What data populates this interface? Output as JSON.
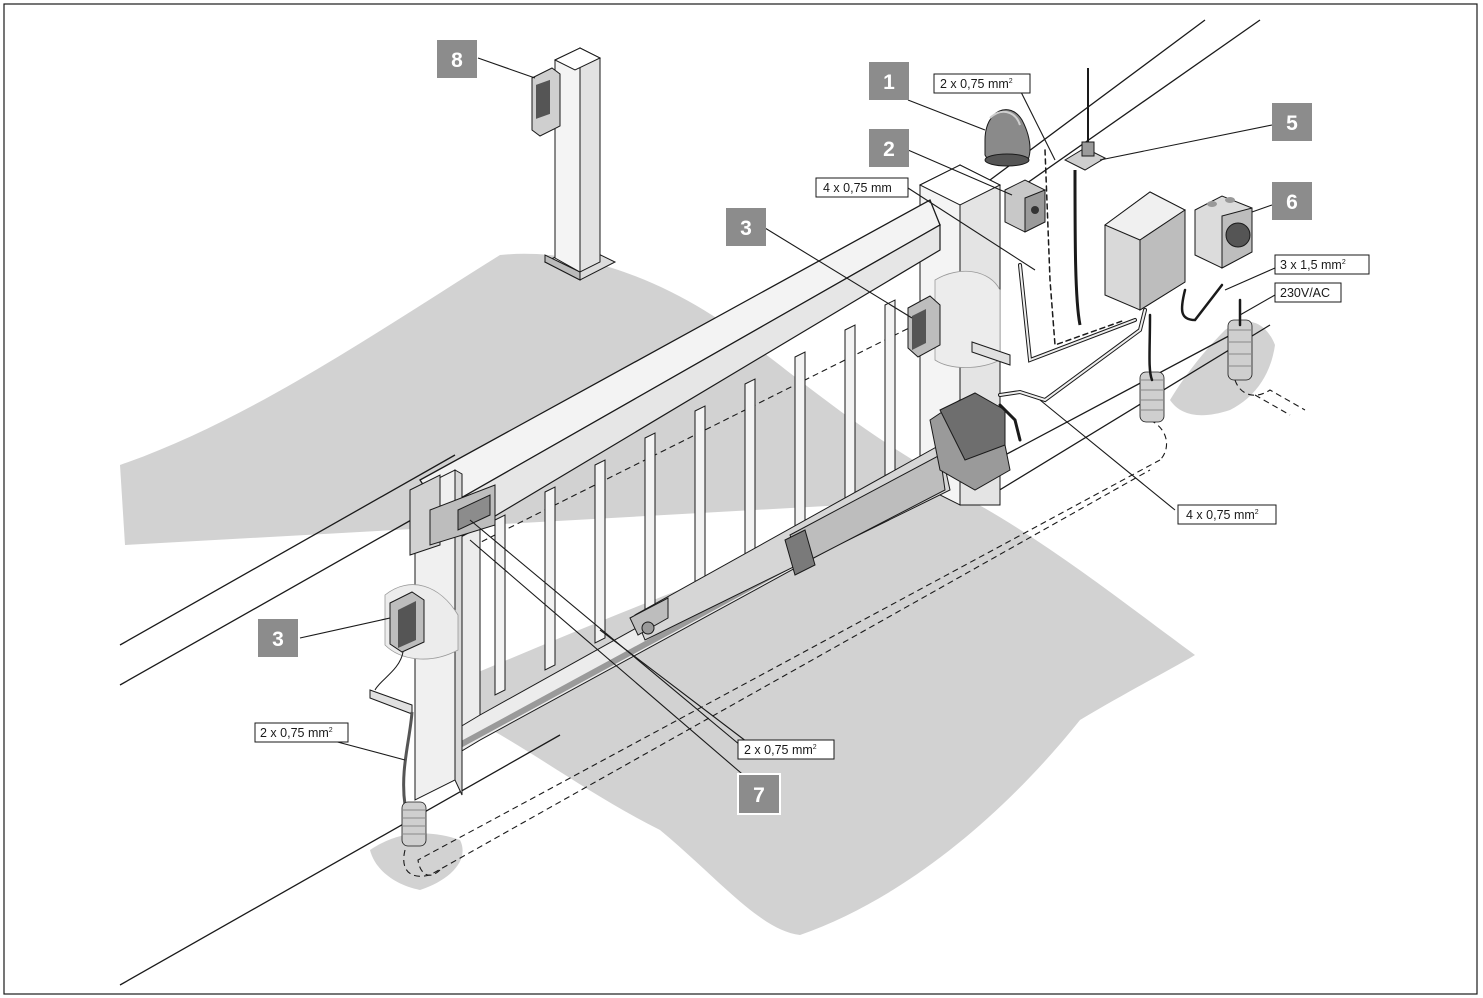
{
  "diagram": {
    "callouts": [
      {
        "id": "badge-1",
        "label": "1",
        "component": "warning-lamp"
      },
      {
        "id": "badge-2",
        "label": "2",
        "component": "key-switch"
      },
      {
        "id": "badge-3a",
        "label": "3",
        "component": "photocell-upper"
      },
      {
        "id": "badge-3b",
        "label": "3",
        "component": "photocell-lower"
      },
      {
        "id": "badge-5",
        "label": "5",
        "component": "antenna"
      },
      {
        "id": "badge-6",
        "label": "6",
        "component": "main-switch"
      },
      {
        "id": "badge-7",
        "label": "7",
        "component": "safety-edge"
      },
      {
        "id": "badge-8",
        "label": "8",
        "component": "code-keypad"
      }
    ],
    "cable_labels": [
      {
        "id": "cable-lamp",
        "text": "2 x 0,75 mm",
        "sup": "2"
      },
      {
        "id": "cable-keyswitch",
        "text": "4 x 0,75 mm",
        "sup": ""
      },
      {
        "id": "cable-mains",
        "text": "3 x 1,5 mm",
        "sup": "2"
      },
      {
        "id": "cable-voltage",
        "text": "230V/AC",
        "sup": ""
      },
      {
        "id": "cable-motor",
        "text": "4 x 0,75 mm",
        "sup": "2"
      },
      {
        "id": "cable-photocell",
        "text": "2 x 0,75 mm",
        "sup": "2"
      },
      {
        "id": "cable-edge",
        "text": "2 x 0,75 mm",
        "sup": "2"
      }
    ],
    "colors": {
      "ground": "#d2d2d2",
      "badge_fill": "#8c8c8c",
      "badge_text": "#ffffff",
      "line": "#1a1a1a",
      "gate_fill": "#f0f0f0",
      "equipment_fill": "#bdbdbd",
      "dark_part": "#555555"
    }
  }
}
